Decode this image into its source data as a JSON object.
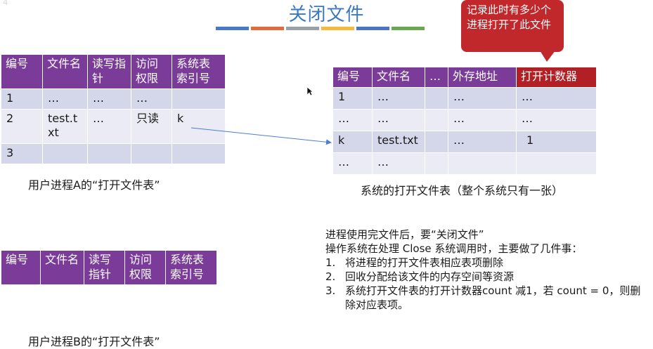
{
  "title": "关闭文件",
  "watermark": "4",
  "stripe_colors": [
    "#4a78c8",
    "#e06b3b",
    "#9aa0a6",
    "#f4b93d",
    "#4b73c6",
    "#6aa84f"
  ],
  "colors": {
    "header": "#7a3c98",
    "header_highlight": "#b21f24",
    "row_light": "#d4d6e9",
    "row_lighter": "#ebebf5",
    "title": "#3a78c2",
    "arrow": "#4a7fd4"
  },
  "process_a_table": {
    "headers": [
      "编号",
      "文件名",
      "读写指针",
      "访问权限",
      "系统表索引号"
    ],
    "rows": [
      [
        "1",
        "…",
        "…",
        "…",
        ""
      ],
      [
        "2",
        "test.txt",
        "…",
        "只读",
        "k"
      ],
      [
        "3",
        "",
        "",
        "",
        ""
      ]
    ],
    "caption": "用户进程A的“打开文件表”"
  },
  "process_b_table": {
    "headers": [
      "编号",
      "文件名",
      "读写指针",
      "访问权限",
      "系统表索引号"
    ],
    "caption": "用户进程B的“打开文件表”"
  },
  "system_table": {
    "headers": [
      "编号",
      "文件名",
      "…",
      "外存地址",
      "打开计数器"
    ],
    "rows": [
      [
        "1",
        "…",
        "",
        "…",
        "…"
      ],
      [
        "…",
        "…",
        "",
        "…",
        "…"
      ],
      [
        "k",
        "test.txt",
        "",
        "…",
        "1"
      ],
      [
        "…",
        "…",
        "",
        "",
        ""
      ]
    ],
    "caption": "系统的打开文件表（整个系统只有一张）"
  },
  "callout": "记录此时有多少个进程打开了此文件",
  "notes": {
    "line1": "进程使用完文件后，要“关闭文件”",
    "line2": "操作系统在处理 Close 系统调用时，主要做了几件事：",
    "items": [
      {
        "num": "1.",
        "text": "将进程的打开文件表相应表项删除"
      },
      {
        "num": "2.",
        "text": "回收分配给该文件的内存空间等资源"
      },
      {
        "num": "3.",
        "text": "系统打开文件表的打开计数器count 减1，若 count = 0，则删除对应表项。"
      }
    ]
  }
}
